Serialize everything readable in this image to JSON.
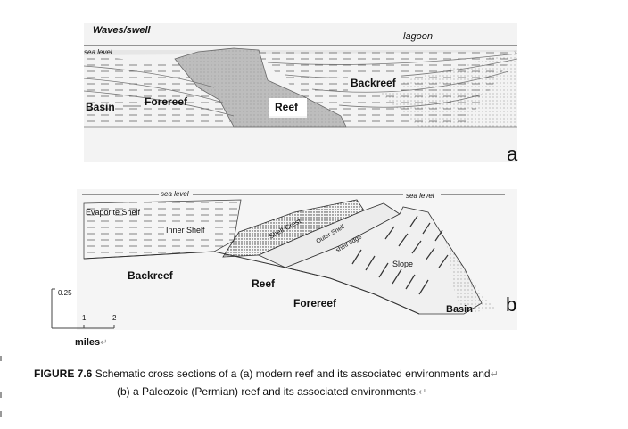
{
  "diagram_a": {
    "letter": "a",
    "labels": {
      "waves": "Waves/swell",
      "lagoon": "lagoon",
      "sea_level": "sea level",
      "basin": "Basin",
      "forereef": "Forereef",
      "reef": "Reef",
      "backreef": "Backreef"
    }
  },
  "diagram_b": {
    "letter": "b",
    "labels": {
      "sea_level_left": "sea level",
      "sea_level_right": "sea level",
      "evaporite_shelf": "Evaporite Shelf",
      "inner_shelf": "Inner Shelf",
      "shelf_crest": "Shelf Crest",
      "outer_shelf": "Outer Shelf",
      "shelf_edge": "shelf edge",
      "slope": "Slope",
      "backreef": "Backreef",
      "reef": "Reef",
      "forereef": "Forereef",
      "basin": "Basin"
    }
  },
  "scale": {
    "vertical_value": "0.25",
    "tick_1": "1",
    "tick_2": "2",
    "unit": "miles",
    "unit_mark": "↵"
  },
  "caption": {
    "figure_label": "FIGURE 7.6",
    "line1": " Schematic cross sections of a (a) modern reef and its associated environments and",
    "line2": "(b) a Paleozoic (Permian) reef and its associated environments.",
    "mark": "↵"
  }
}
